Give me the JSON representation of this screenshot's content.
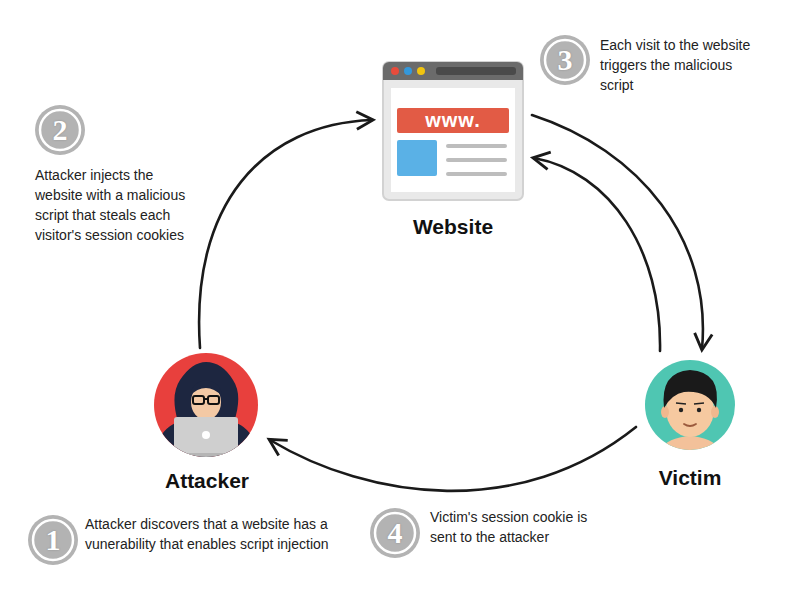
{
  "diagram": {
    "nodes": [
      {
        "text": [
          "Website"
        ]
      },
      {
        "text": [
          "Attacker"
        ]
      },
      {
        "text": [
          "Victim"
        ]
      }
    ],
    "edges": [
      {
        "from": 1,
        "to": 0,
        "arrow": "to"
      },
      {
        "from": 0,
        "to": 2,
        "arrow": "to"
      },
      {
        "from": 2,
        "to": 0,
        "arrow": "to"
      },
      {
        "from": 2,
        "to": 1,
        "arrow": "to"
      }
    ],
    "labels": [
      "www.",
      "1",
      "Attacker discovers that a website has a vunerability that enables script injection",
      "2",
      "Attacker injects the website with a malicious script that steals each visitor's session cookies",
      "3",
      "Each visit to the website triggers the malicious script",
      "4",
      "Victim's session cookie is sent to the attacker"
    ]
  }
}
